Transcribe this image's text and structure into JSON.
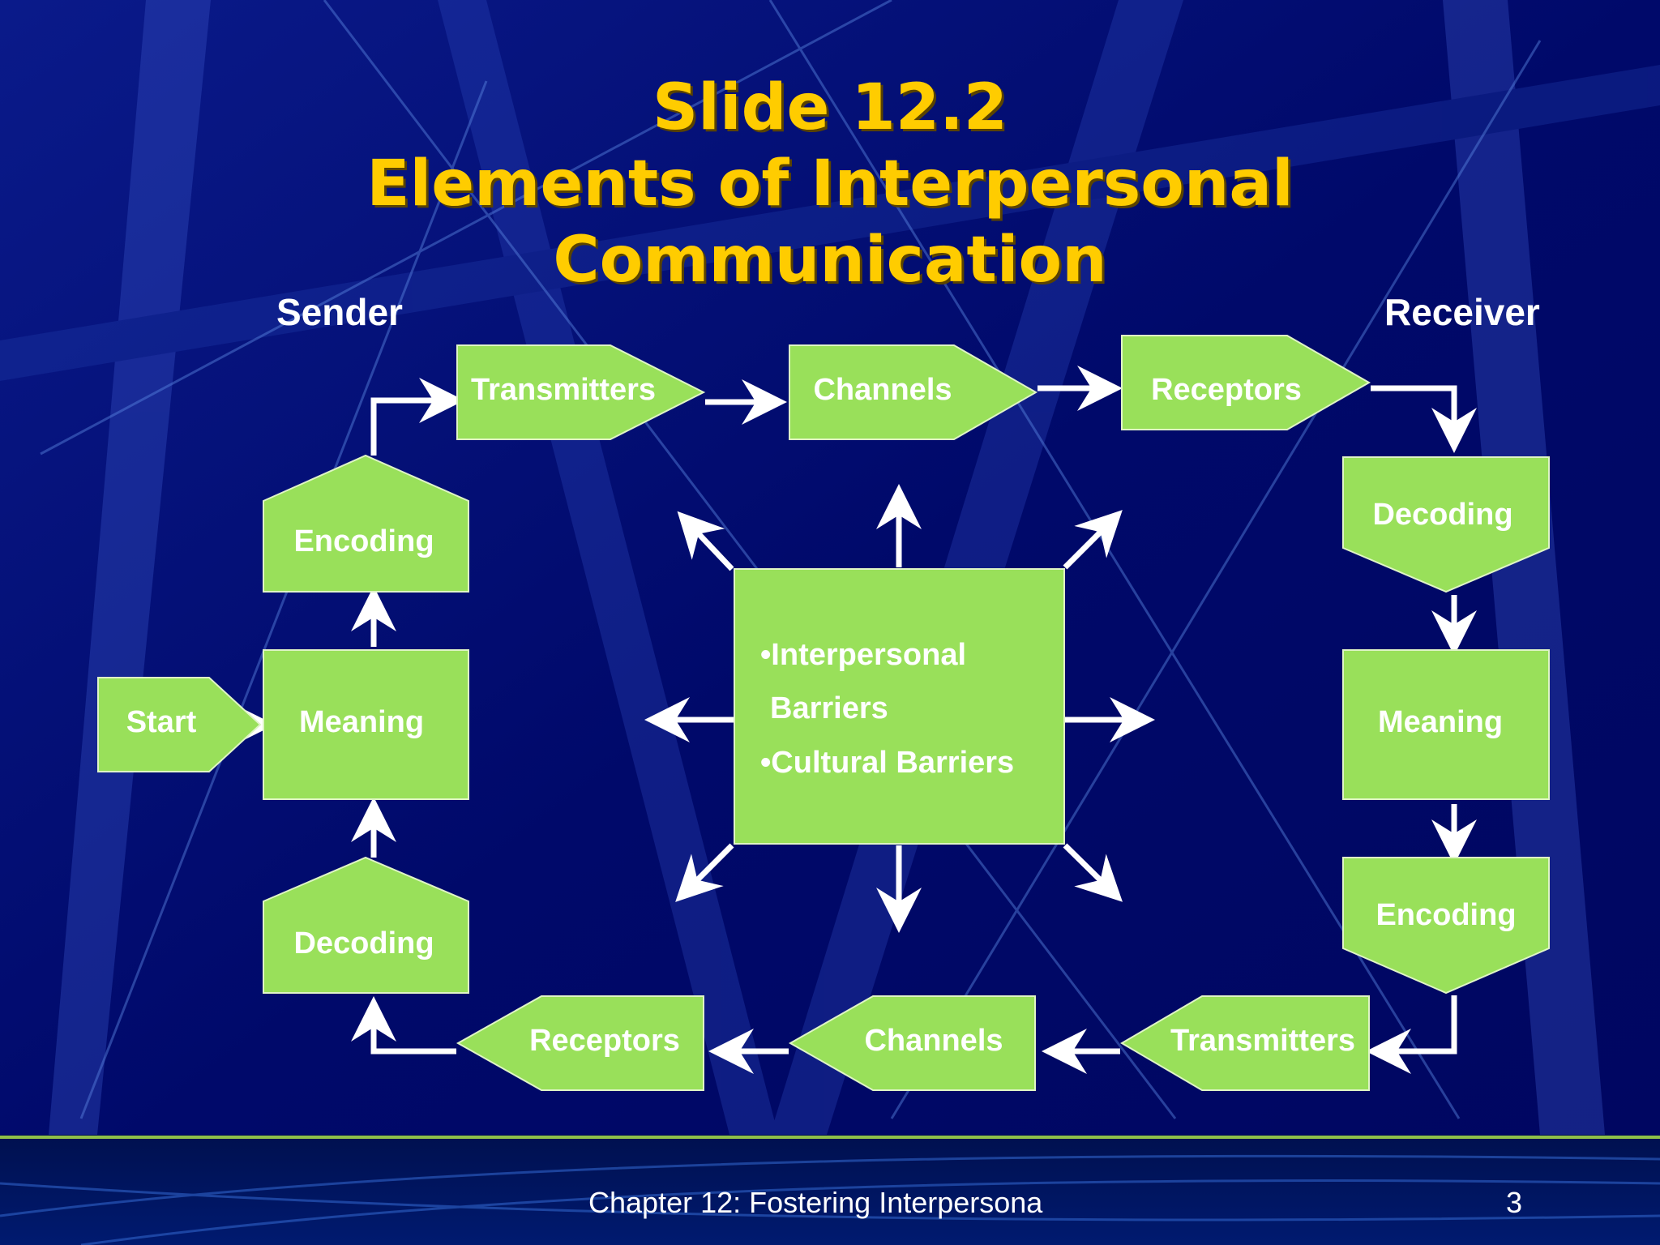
{
  "slide": {
    "title_line1": "Slide 12.2",
    "title_line2": "Elements of Interpersonal",
    "title_line3": "Communication",
    "sender_label": "Sender",
    "receiver_label": "Receiver",
    "footer_text": "Chapter 12: Fostering Interpersona",
    "page_number": "3"
  },
  "diagram": {
    "start": "Start",
    "sender_meaning": "Meaning",
    "sender_encoding": "Encoding",
    "sender_decoding": "Decoding",
    "top_transmitters": "Transmitters",
    "top_channels": "Channels",
    "top_receptors": "Receptors",
    "receiver_decoding": "Decoding",
    "receiver_meaning": "Meaning",
    "receiver_encoding": "Encoding",
    "bottom_transmitters": "Transmitters",
    "bottom_channels": "Channels",
    "bottom_receptors": "Receptors",
    "barriers_line1": "•Interpersonal",
    "barriers_line2": "Barriers",
    "barriers_line3": "•Cultural Barriers"
  },
  "colors": {
    "background": "#000a6e",
    "title": "#ffcc00",
    "shape_fill": "#99e05a",
    "arrow": "#ffffff"
  }
}
